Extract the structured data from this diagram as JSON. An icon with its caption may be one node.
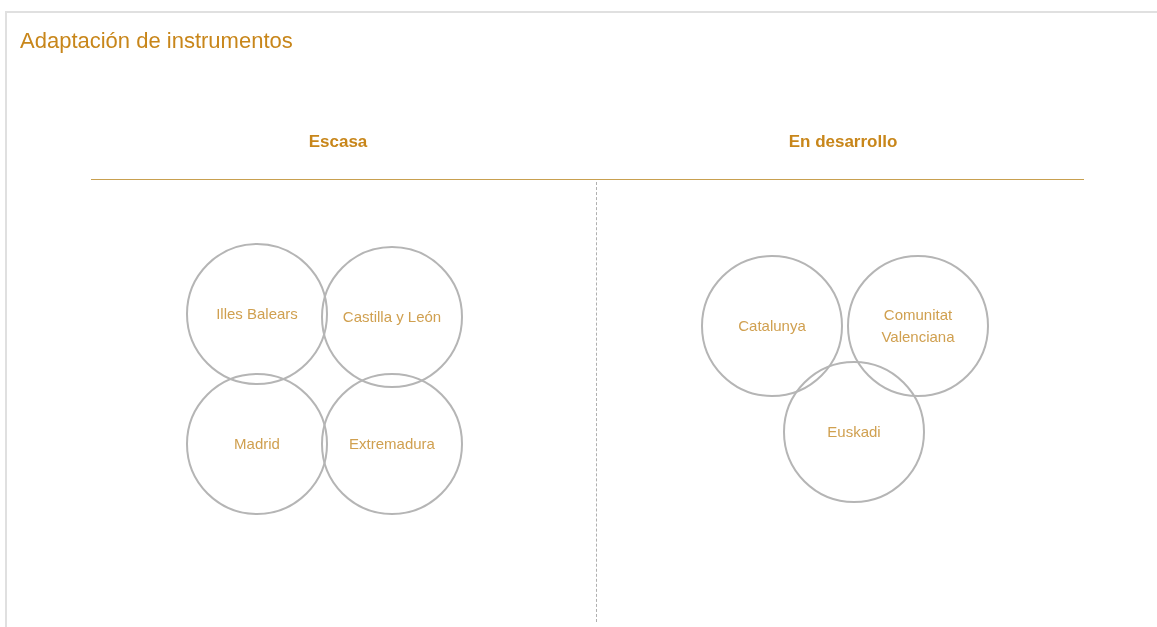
{
  "diagram": {
    "title": "Adaptación de instrumentos",
    "nodes": [
      {
        "text": [
          "Illes Balears"
        ]
      },
      {
        "text": [
          "Castilla y León"
        ]
      },
      {
        "text": [
          "Madrid"
        ]
      },
      {
        "text": [
          "Extremadura"
        ]
      },
      {
        "text": [
          "Catalunya"
        ]
      },
      {
        "text": [
          "Comunitat Valenciana"
        ]
      },
      {
        "text": [
          "Euskadi"
        ]
      }
    ],
    "labels": [
      "Escasa",
      "En desarrollo"
    ]
  }
}
